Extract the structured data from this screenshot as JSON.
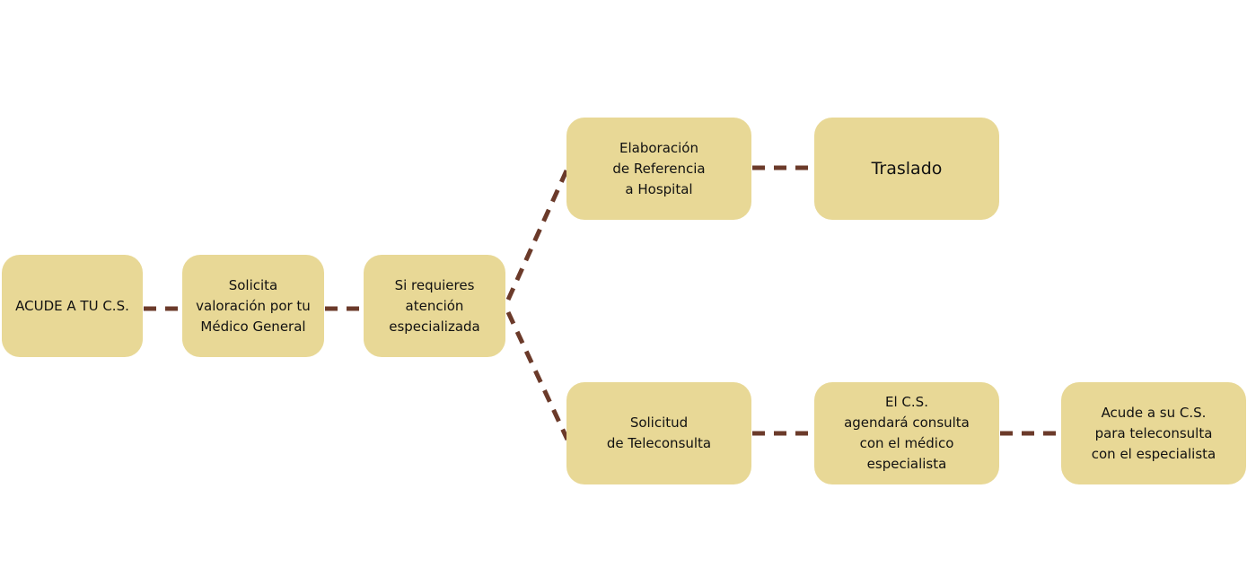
{
  "colors": {
    "box": "#E8D896",
    "connector": "#6B3A2A"
  },
  "nodes": {
    "acude": "ACUDE A TU C.S.",
    "solicita": "Solicita\nvaloración por tu\nMédico General",
    "requieres": "Si requieres\natención\nespecializada",
    "referencia": "Elaboración\nde Referencia\na Hospital",
    "traslado": "Traslado",
    "teleconsulta": "Solicitud\nde Teleconsulta",
    "agendara": "El C.S.\nagendará consulta\ncon el médico\nespecialista",
    "acude_su": "Acude a su C.S.\npara teleconsulta\ncon el especialista"
  }
}
